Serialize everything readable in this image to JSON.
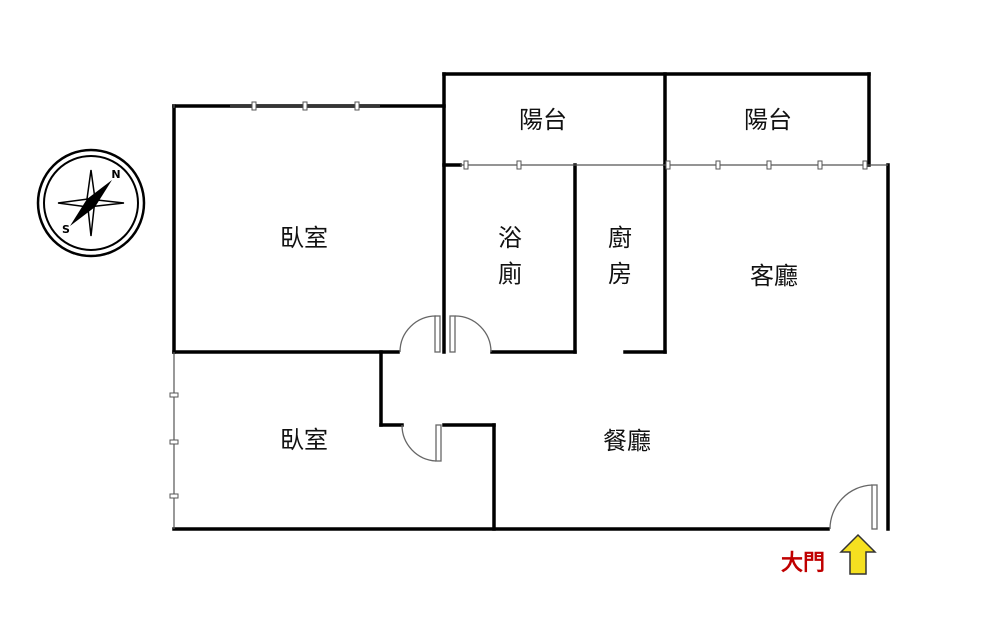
{
  "rooms": {
    "balcony_left": "陽台",
    "balcony_right": "陽台",
    "bedroom_top": "臥室",
    "bedroom_bottom": "臥室",
    "bathroom_line1": "浴",
    "bathroom_line2": "廁",
    "kitchen_line1": "廚",
    "kitchen_line2": "房",
    "living_room": "客廳",
    "dining_room": "餐廳"
  },
  "entrance": {
    "label": "大門",
    "label_color": "#c00000",
    "arrow_color": "#f5e020"
  },
  "compass": {
    "north": "N",
    "south": "S"
  }
}
